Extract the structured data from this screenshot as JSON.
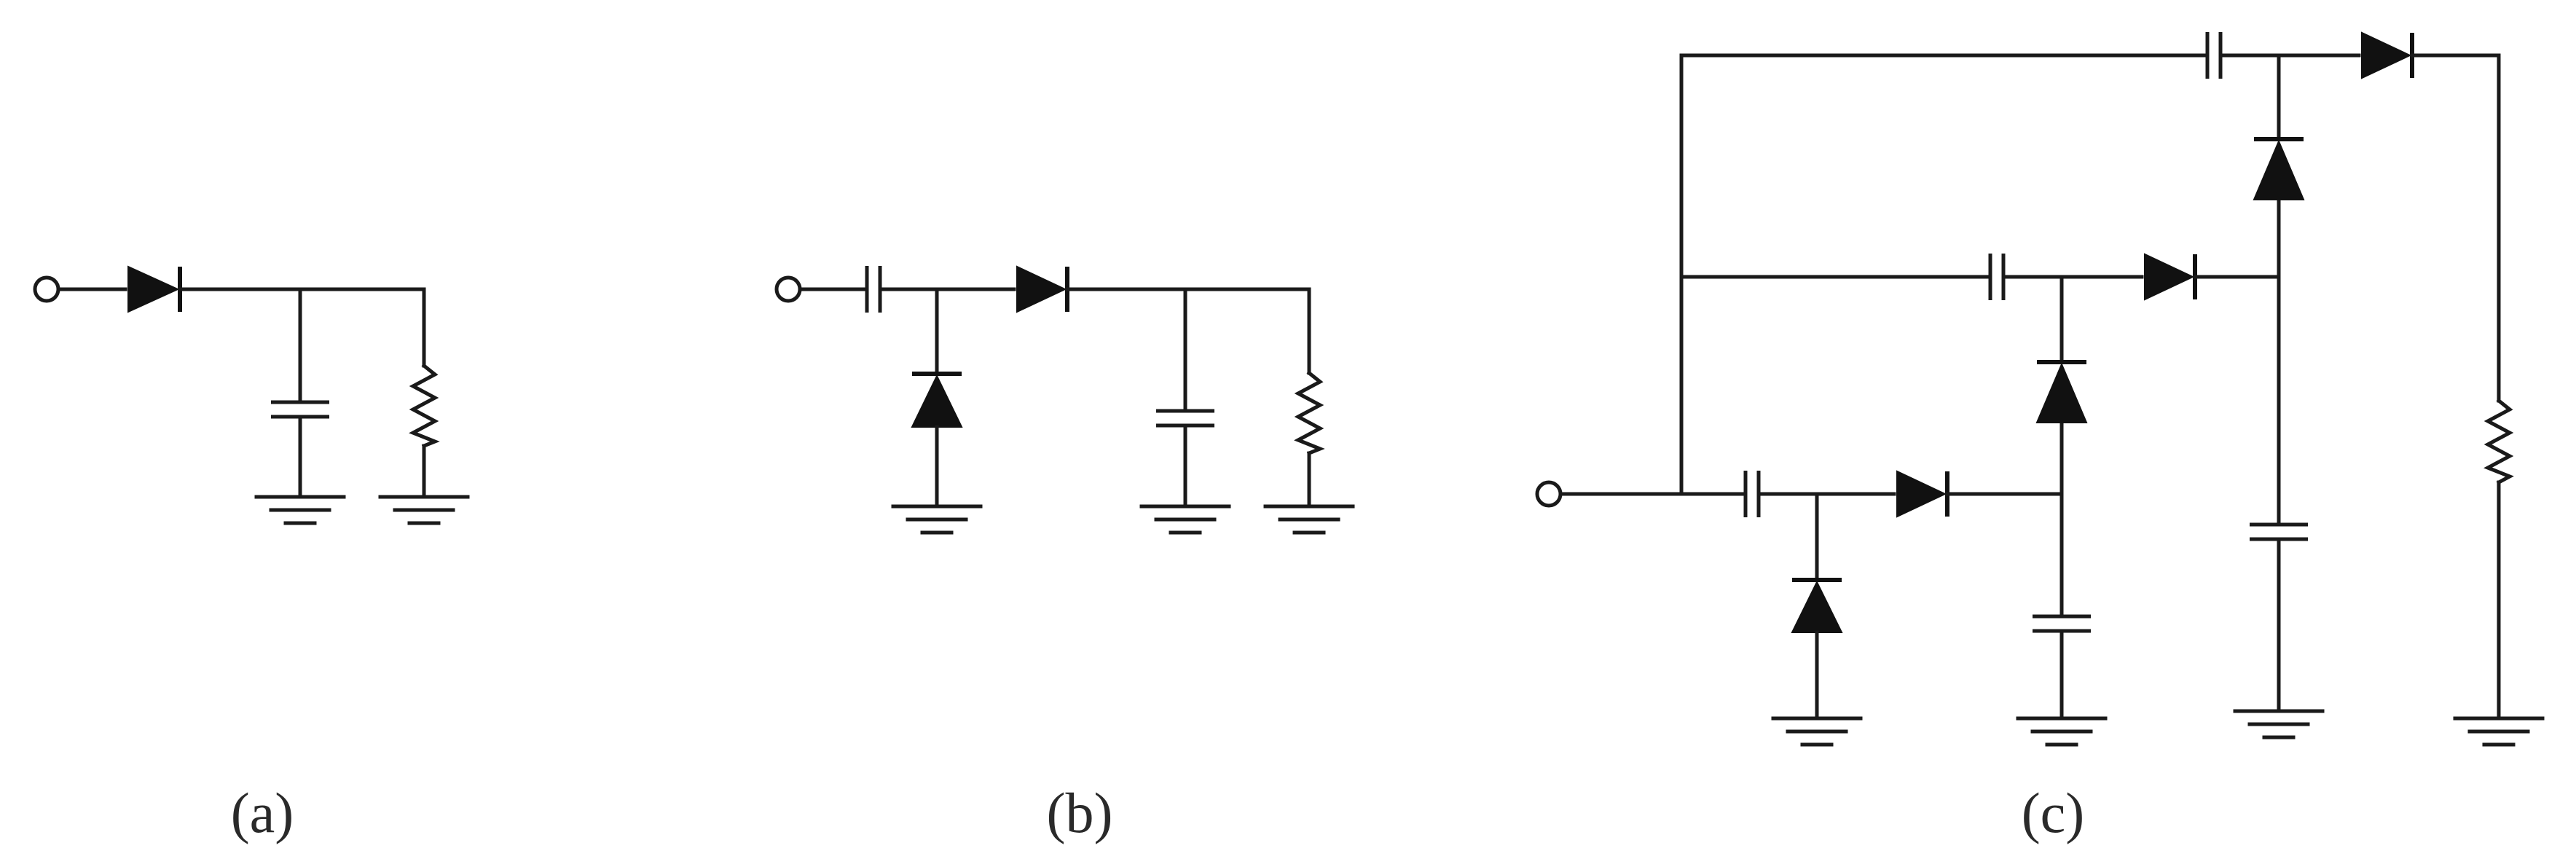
{
  "figure": {
    "panels": [
      {
        "id": "a",
        "label": "(a)"
      },
      {
        "id": "b",
        "label": "(b)"
      },
      {
        "id": "c",
        "label": "(c)"
      }
    ]
  }
}
